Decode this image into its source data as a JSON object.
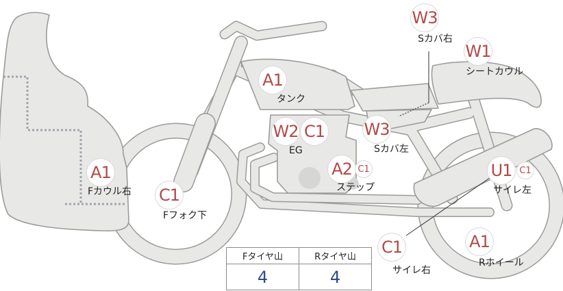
{
  "marks": {
    "s_cover_right": {
      "code": "W3",
      "label": "Sカバ右"
    },
    "seat_cowl": {
      "code": "W1",
      "label": "シートカウル"
    },
    "tank": {
      "code": "A1",
      "label": "タンク"
    },
    "engine": {
      "code1": "W2",
      "code2": "C1",
      "label": "EG"
    },
    "s_cover_left": {
      "code": "W3",
      "label": "Sカバ左"
    },
    "step": {
      "code": "A2",
      "code_small": "C1",
      "label": "ステップ"
    },
    "muffler_left": {
      "code": "U1",
      "code_small": "C1",
      "label": "サイレ左"
    },
    "f_cowl_right": {
      "code": "A1",
      "label": "Fカウル右"
    },
    "f_fork_lower": {
      "code": "C1",
      "label": "Fフォク下"
    },
    "muffler_right": {
      "code": "C1",
      "label": "サイレ右"
    },
    "r_wheel": {
      "code": "A1",
      "label": "Rホイール"
    }
  },
  "tread_table": {
    "front_label": "Fタイヤ山",
    "rear_label": "Rタイヤ山",
    "front_value": "4",
    "rear_value": "4"
  },
  "colors": {
    "part_fill": "#e8e9e6",
    "part_stroke": "#9a9c99",
    "code_text": "#b24a48",
    "table_value": "#2d4a8e",
    "cowl_dotted": "#9fa3ad"
  }
}
